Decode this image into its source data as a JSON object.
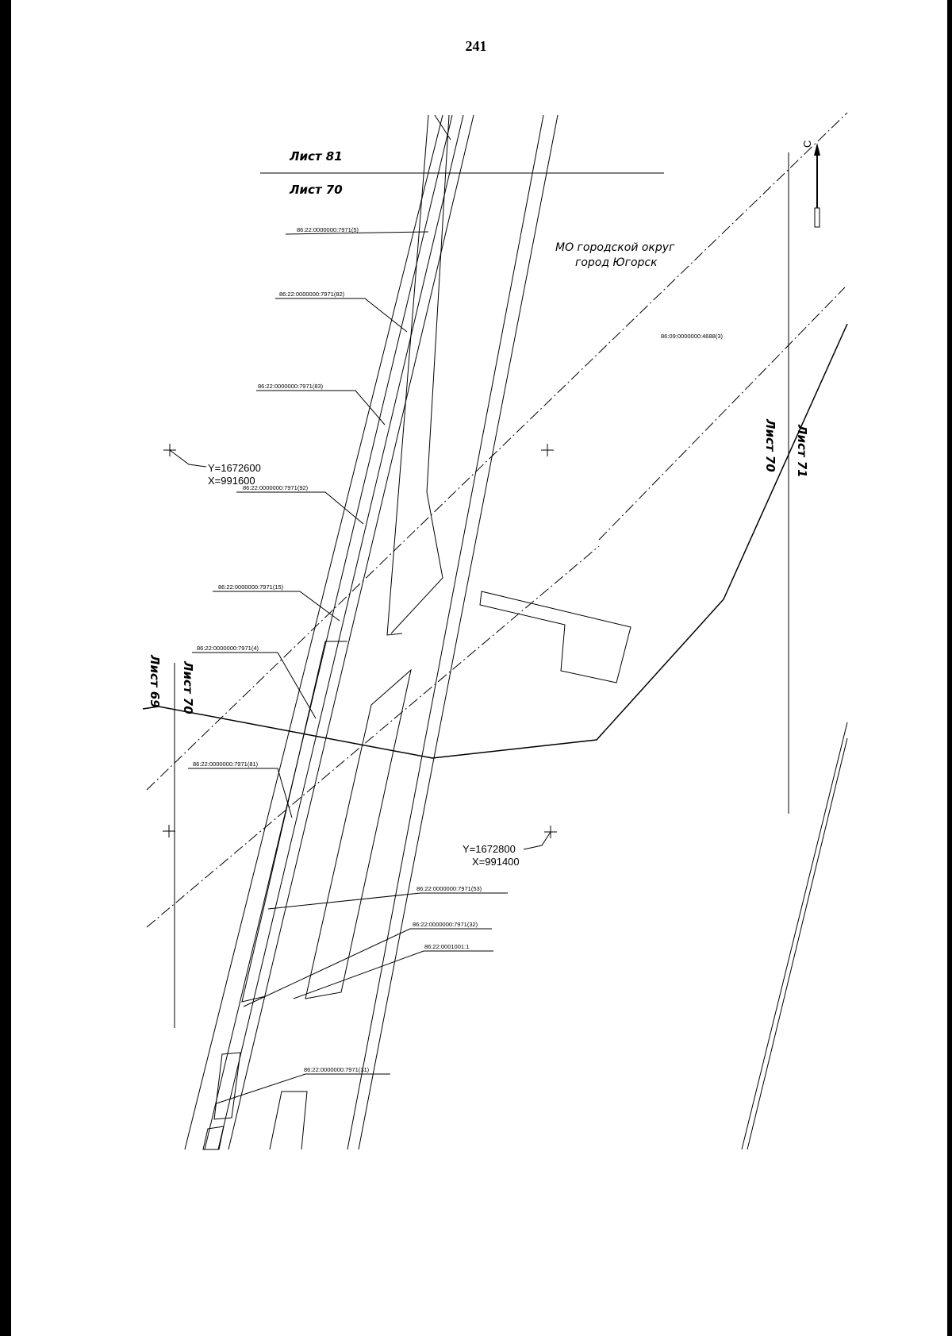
{
  "page_number": "241",
  "sheets": {
    "top_upper": "Лист 81",
    "top_lower": "Лист 70",
    "right_left": "Лист 70",
    "right_right": "Лист 71",
    "left_left": "Лист 69",
    "left_right": "Лист 70"
  },
  "region": {
    "line1": "МО городской округ",
    "line2": "город Югорск"
  },
  "parcels": [
    "86:22:0000000:7971(5)",
    "86:22:0000000:7971(82)",
    "86:22:0000000:7971(83)",
    "86:22:0000000:7971(92)",
    "86:22:0000000:7971(15)",
    "86:22:0000000:7971(4)",
    "86:22:0000000:7971(81)",
    "86:22:0000000:7971(53)",
    "86:22:0000000:7971(32)",
    "86:22:0001001:1",
    "86:22:0000000:7971(31)",
    "86:09:0000000:4688(3)"
  ],
  "coordinates": {
    "a_y": "Y=1672600",
    "a_x": "X=991600",
    "b_y": "Y=1672800",
    "b_x": "X=991400"
  },
  "north_arrow_label": "С"
}
